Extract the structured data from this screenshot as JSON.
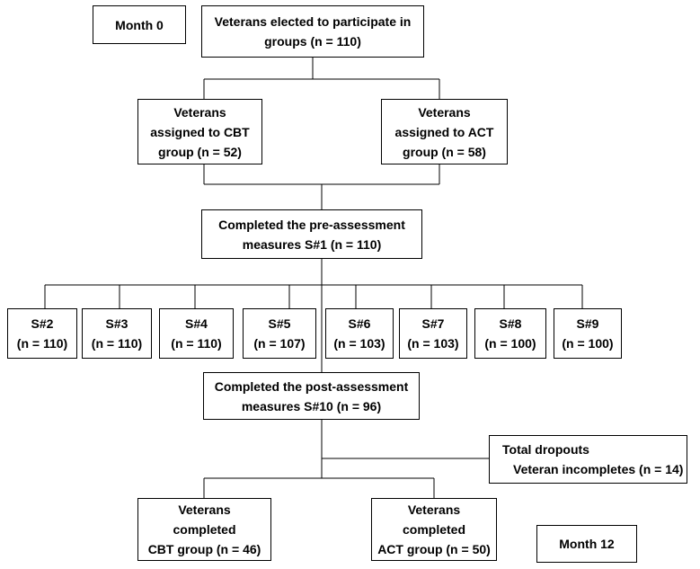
{
  "month_start": "Month 0",
  "month_end": "Month 12",
  "elected": [
    "Veterans elected to participate in",
    "groups (n = 110)"
  ],
  "assigned_cbt": [
    "Veterans",
    "assigned to CBT",
    "group (n = 52)"
  ],
  "assigned_act": [
    "Veterans",
    "assigned to ACT",
    "group (n = 58)"
  ],
  "pre_assessment": [
    "Completed the pre-assessment",
    "measures S#1 (n = 110)"
  ],
  "sessions": [
    {
      "label": "S#2",
      "n": "(n = 110)"
    },
    {
      "label": "S#3",
      "n": "(n = 110)"
    },
    {
      "label": "S#4",
      "n": "(n = 110)"
    },
    {
      "label": "S#5",
      "n": "(n = 107)"
    },
    {
      "label": "S#6",
      "n": "(n = 103)"
    },
    {
      "label": "S#7",
      "n": "(n = 103)"
    },
    {
      "label": "S#8",
      "n": "(n = 100)"
    },
    {
      "label": "S#9",
      "n": "(n = 100)"
    }
  ],
  "post_assessment": [
    "Completed the post-assessment",
    "measures S#10 (n = 96)"
  ],
  "dropouts": [
    "Total dropouts",
    "Veteran incompletes (n = 14)"
  ],
  "completed_cbt": [
    "Veterans",
    "completed",
    "CBT group (n = 46)"
  ],
  "completed_act": [
    "Veterans",
    "completed",
    "ACT group (n = 50)"
  ]
}
